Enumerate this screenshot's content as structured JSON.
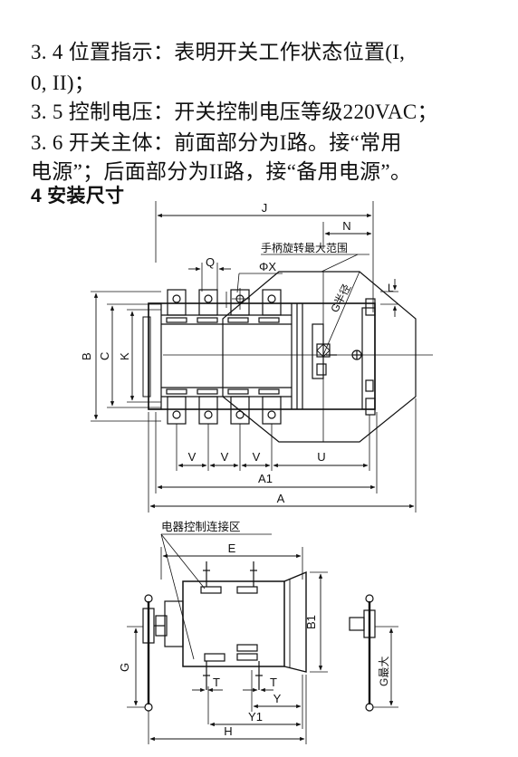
{
  "text": {
    "line1": "3. 4 位置指示：表明开关工作状态位置(I,",
    "line2": "0, II)；",
    "line3": "3. 5 控制电压：开关控制电压等级220VAC；",
    "line4": "3. 6 开关主体：前面部分为I路。接“常用",
    "line5": "电源”；后面部分为II路，接“备用电源”。",
    "heading": "4 安装尺寸"
  },
  "top_view": {
    "J": "J",
    "N": "N",
    "handle_range": "手柄旋转最大范围",
    "Q": "Q",
    "phiX": "ΦX",
    "G_radius": "G半径",
    "L": "L",
    "B": "B",
    "C": "C",
    "K": "K",
    "V1": "V",
    "V2": "V",
    "V3": "V",
    "U": "U",
    "A1": "A1",
    "A": "A"
  },
  "side_view": {
    "control_area": "电器控制连接区",
    "E": "E",
    "B1": "B1",
    "G": "G",
    "G_max": "G最大",
    "T1": "T",
    "T2": "T",
    "Y": "Y",
    "Y1": "Y1",
    "H": "H"
  }
}
